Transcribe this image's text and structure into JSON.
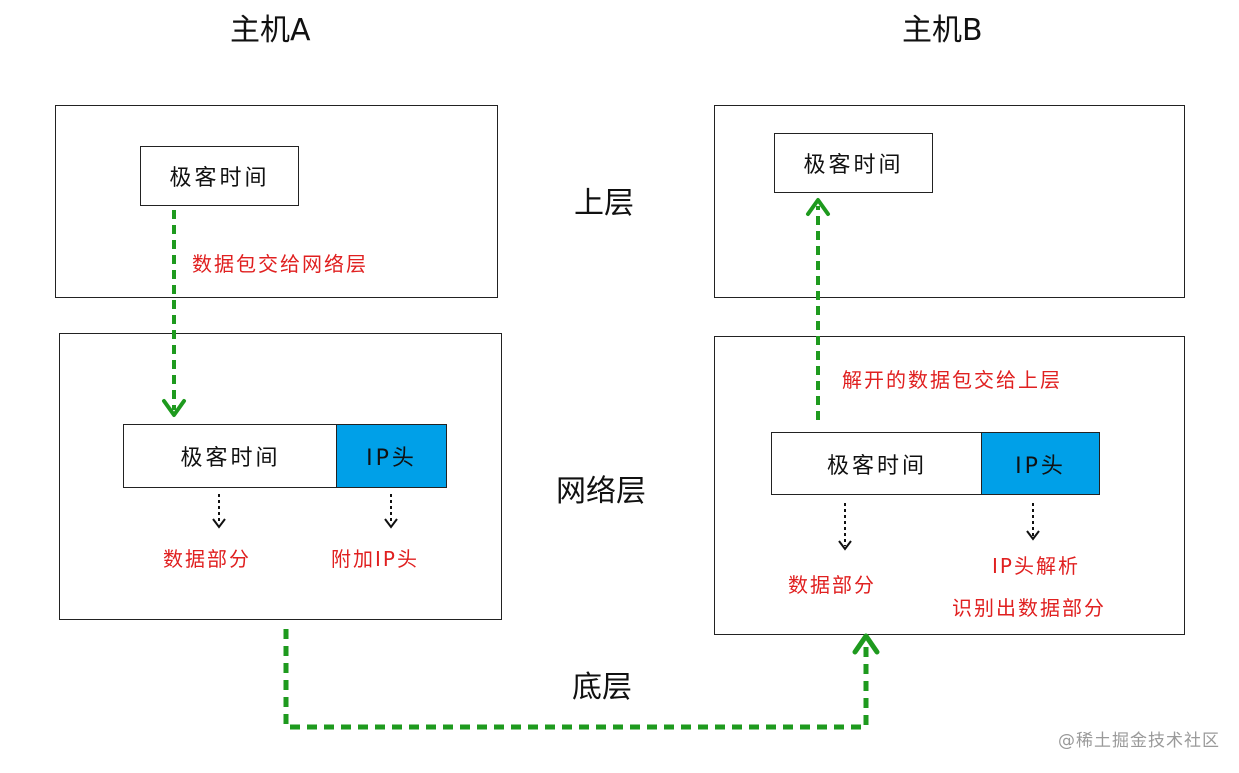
{
  "host_a": {
    "title": "主机A",
    "app_box": "极客时间",
    "upper_note": "数据包交给网络层",
    "packet": {
      "data": "极客时间",
      "header": "IP头"
    },
    "data_note": "数据部分",
    "header_note": "附加IP头"
  },
  "host_b": {
    "title": "主机B",
    "app_box": "极客时间",
    "upper_note": "解开的数据包交给上层",
    "packet": {
      "data": "极客时间",
      "header": "IP头"
    },
    "data_note": "数据部分",
    "header_note_1": "IP头解析",
    "header_note_2": "识别出数据部分"
  },
  "layers": {
    "upper": "上层",
    "network": "网络层",
    "bottom": "底层"
  },
  "watermark": "@稀土掘金技术社区",
  "colors": {
    "flow_green": "#1e9a1e",
    "note_red": "#e02020",
    "ip_header_blue": "#00a0e8",
    "border": "#222222"
  }
}
